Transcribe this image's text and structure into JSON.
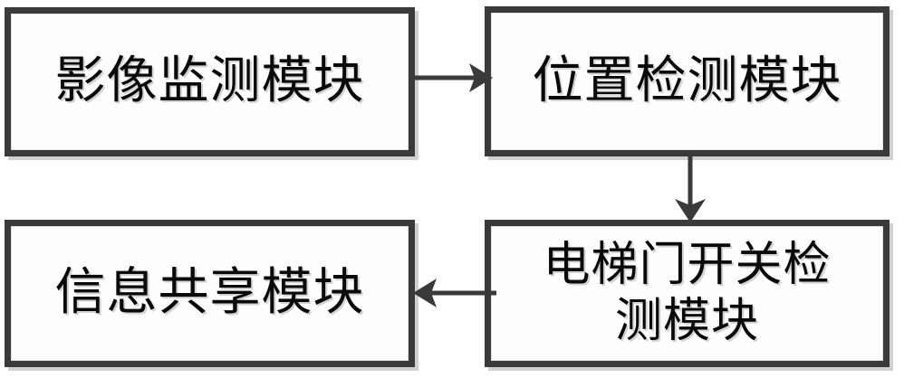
{
  "diagram": {
    "type": "flowchart",
    "title": "",
    "background_color": "#ffffff",
    "node_border_color": "#3a3a3a",
    "node_fill_color": "#fdfdfd",
    "connector_color": "#3a3a3a",
    "nodes": [
      {
        "id": "image-monitor",
        "label": "影像监测模块",
        "position": "top-left"
      },
      {
        "id": "position-detect",
        "label": "位置检测模块",
        "position": "top-right"
      },
      {
        "id": "door-switch",
        "label": "电梯门开关检\n测模块",
        "position": "bottom-right"
      },
      {
        "id": "info-share",
        "label": "信息共享模块",
        "position": "bottom-left"
      }
    ],
    "connectors": [
      {
        "id": "image-to-position",
        "from": "image-monitor",
        "to": "position-detect",
        "direction": "right",
        "label": ""
      },
      {
        "id": "position-to-door",
        "from": "position-detect",
        "to": "door-switch",
        "direction": "down",
        "label": ""
      },
      {
        "id": "door-to-info",
        "from": "door-switch",
        "to": "info-share",
        "direction": "left",
        "label": ""
      }
    ]
  }
}
